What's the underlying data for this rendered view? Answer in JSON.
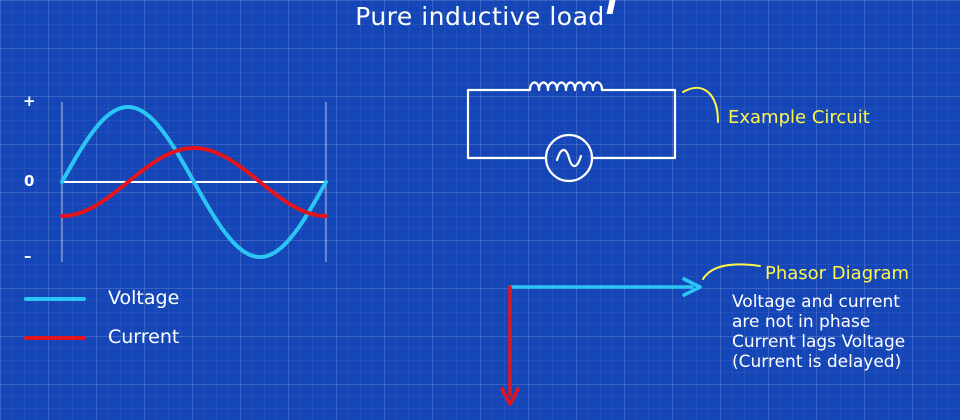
{
  "title": "Pure inductive load",
  "waveform": {
    "axis_labels": {
      "plus": "+",
      "zero": "0",
      "minus": "–"
    },
    "series": [
      {
        "name": "Voltage",
        "color": "#29c6f5",
        "phase_deg": 0
      },
      {
        "name": "Current",
        "color": "#e3141b",
        "phase_deg": -90
      }
    ]
  },
  "circuit": {
    "label": "Example Circuit",
    "components": [
      "inductor-icon",
      "ac-source-icon"
    ]
  },
  "phasor": {
    "label": "Phasor Diagram",
    "notes": [
      "Voltage and current",
      "are not in phase",
      "Current lags Voltage",
      "(Current is delayed)"
    ],
    "voltage_angle_deg": 0,
    "current_angle_deg": -90
  },
  "colors": {
    "background": "#1546b8",
    "voltage": "#29c6f5",
    "current": "#e3141b",
    "callout": "#fff64a",
    "ink": "#ffffff"
  }
}
